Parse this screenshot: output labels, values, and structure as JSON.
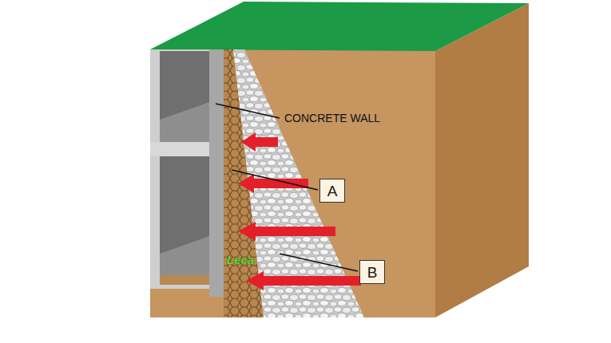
{
  "diagram": {
    "nodes": [
      {
        "text": [
          "A"
        ]
      },
      {
        "text": [
          "B"
        ]
      }
    ],
    "labels": [
      "CONCRETE WALL",
      "Leca"
    ]
  }
}
